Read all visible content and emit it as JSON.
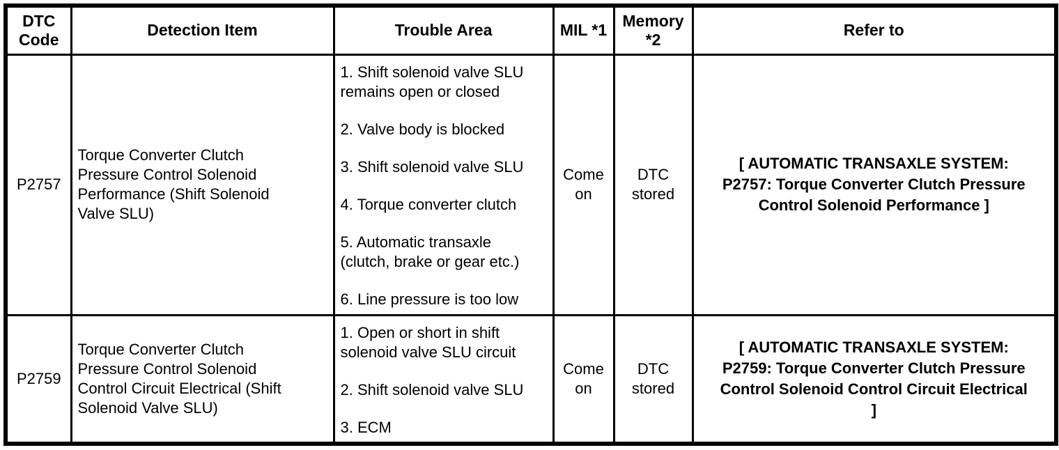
{
  "table": {
    "headers": {
      "dtc_code": "DTC Code",
      "detection_item": "Detection Item",
      "trouble_area": "Trouble Area",
      "mil": "MIL *1",
      "memory": "Memory *2",
      "refer_to": "Refer to"
    },
    "rows": [
      {
        "dtc_code": "P2757",
        "detection_item": "Torque Converter Clutch Pressure Control Solenoid Performance (Shift Solenoid Valve SLU)",
        "trouble_area": [
          "1. Shift solenoid valve SLU remains open or closed",
          "2. Valve body is blocked",
          "3. Shift solenoid valve SLU",
          "4. Torque converter clutch",
          "5. Automatic transaxle (clutch, brake or gear etc.)",
          "6. Line pressure is too low"
        ],
        "mil": "Come on",
        "memory": "DTC stored",
        "refer_to": "[ AUTOMATIC TRANSAXLE SYSTEM: P2757: Torque Converter Clutch Pressure Control Solenoid Performance ]"
      },
      {
        "dtc_code": "P2759",
        "detection_item": "Torque Converter Clutch Pressure Control Solenoid Control Circuit Electrical (Shift Solenoid Valve SLU)",
        "trouble_area": [
          "1. Open or short in shift solenoid valve SLU circuit",
          "2. Shift solenoid valve SLU",
          "3. ECM"
        ],
        "mil": "Come on",
        "memory": "DTC stored",
        "refer_to": "[ AUTOMATIC TRANSAXLE SYSTEM: P2759: Torque Converter Clutch Pressure Control Solenoid Control Circuit Electrical ]"
      }
    ]
  },
  "colors": {
    "border": "#000000",
    "text": "#000000",
    "background": "#ffffff"
  }
}
